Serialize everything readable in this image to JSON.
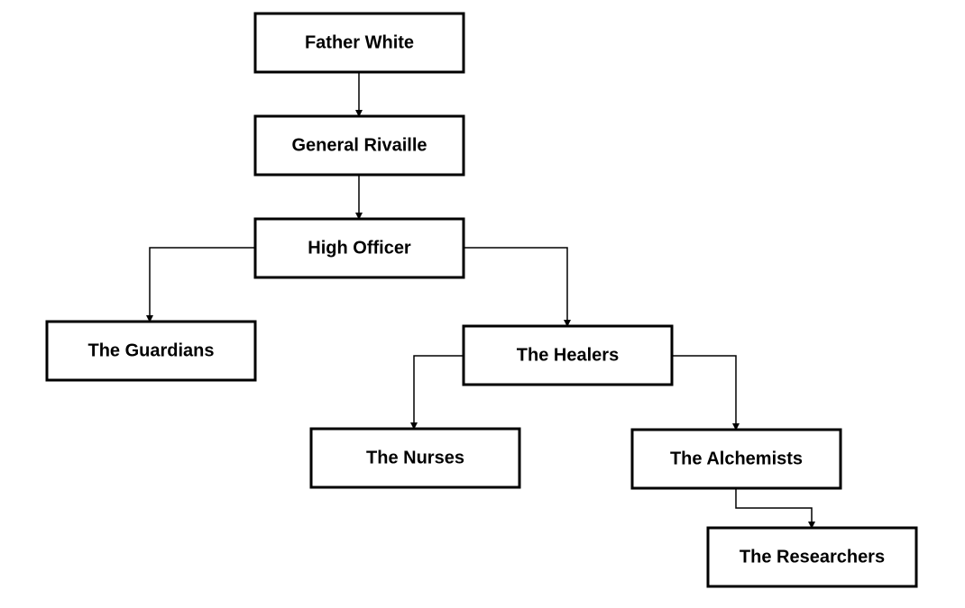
{
  "nodes": {
    "father_white": "Father White",
    "general_rivaille": "General Rivaille",
    "high_officer": "High Officer",
    "guardians": "The Guardians",
    "healers": "The Healers",
    "nurses": "The Nurses",
    "alchemists": "The Alchemists",
    "researchers": "The Researchers"
  },
  "edges": [
    {
      "from": "father_white",
      "to": "general_rivaille"
    },
    {
      "from": "general_rivaille",
      "to": "high_officer"
    },
    {
      "from": "high_officer",
      "to": "guardians"
    },
    {
      "from": "high_officer",
      "to": "healers"
    },
    {
      "from": "healers",
      "to": "nurses"
    },
    {
      "from": "healers",
      "to": "alchemists"
    },
    {
      "from": "alchemists",
      "to": "researchers"
    }
  ],
  "colors": {
    "stroke": "#000000",
    "fill": "#ffffff"
  }
}
